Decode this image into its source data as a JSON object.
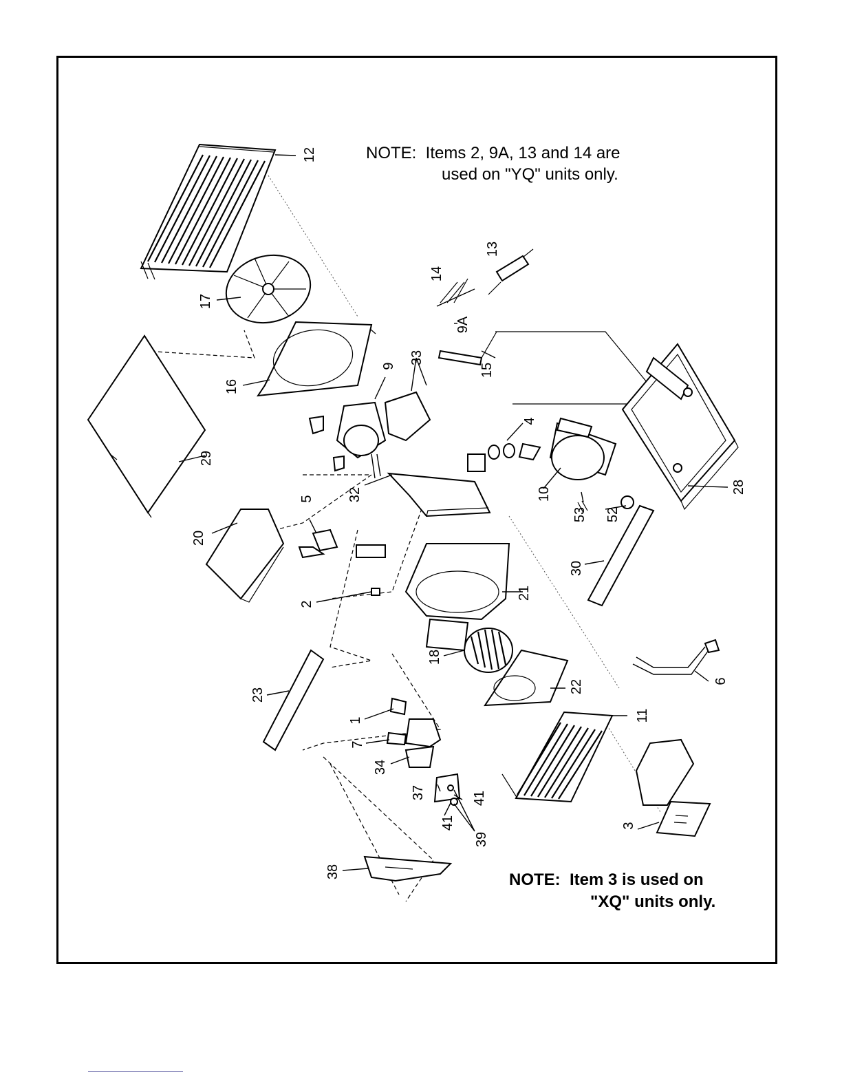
{
  "notes": {
    "top_line1": "NOTE:  Items 2, 9A, 13 and 14 are",
    "top_line2": "used on \"YQ\" units only.",
    "bottom_line1": "NOTE:  Item 3 is used on",
    "bottom_line2": "\"XQ\" units only."
  },
  "callouts": {
    "c1": "1",
    "c2": "2",
    "c3": "3",
    "c4": "4",
    "c5": "5",
    "c6": "6",
    "c7": "7",
    "c9": "9",
    "c9a": "9A",
    "c10": "10",
    "c11": "11",
    "c12": "12",
    "c13": "13",
    "c14": "14",
    "c15": "15",
    "c16": "16",
    "c17": "17",
    "c18": "18",
    "c20": "20",
    "c21": "21",
    "c22": "22",
    "c23": "23",
    "c28": "28",
    "c29": "29",
    "c30": "30",
    "c32": "32",
    "c33": "33",
    "c34": "34",
    "c37": "37",
    "c38": "38",
    "c39": "39",
    "c41a": "41",
    "c41b": "41",
    "c52": "52",
    "c53": "53"
  }
}
